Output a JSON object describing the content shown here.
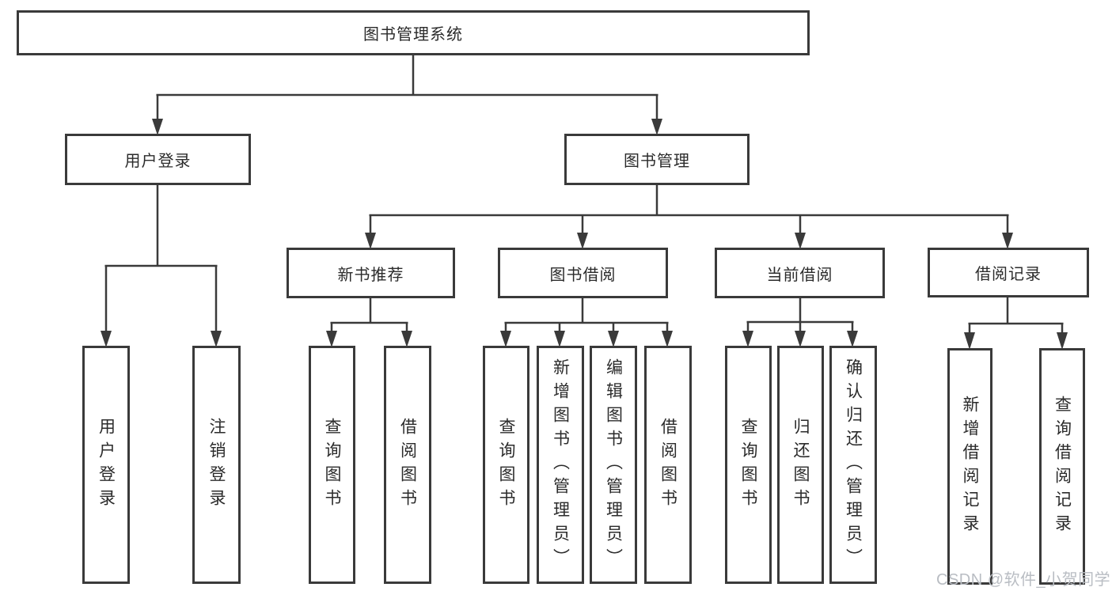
{
  "diagram": {
    "title": "图书管理系统",
    "branches": [
      {
        "label": "用户登录",
        "leaves": [
          "用户登录",
          "注销登录"
        ]
      },
      {
        "label": "图书管理",
        "groups": [
          {
            "label": "新书推荐",
            "leaves": [
              "查询图书",
              "借阅图书"
            ]
          },
          {
            "label": "图书借阅",
            "leaves": [
              "查询图书",
              "新增图书（管理员）",
              "编辑图书（管理员）",
              "借阅图书"
            ]
          },
          {
            "label": "当前借阅",
            "leaves": [
              "查询图书",
              "归还图书",
              "确认归还（管理员）"
            ]
          },
          {
            "label": "借阅记录",
            "leaves": [
              "新增借阅记录",
              "查询借阅记录"
            ]
          }
        ]
      }
    ]
  },
  "watermark": {
    "text": "CSDN @软件_小贺同学"
  },
  "colors": {
    "line": "#3a3a3a",
    "box_border": "#3a3a3a",
    "text": "#2b2b2b",
    "watermark": "#b9bdc3",
    "background": "#ffffff"
  }
}
